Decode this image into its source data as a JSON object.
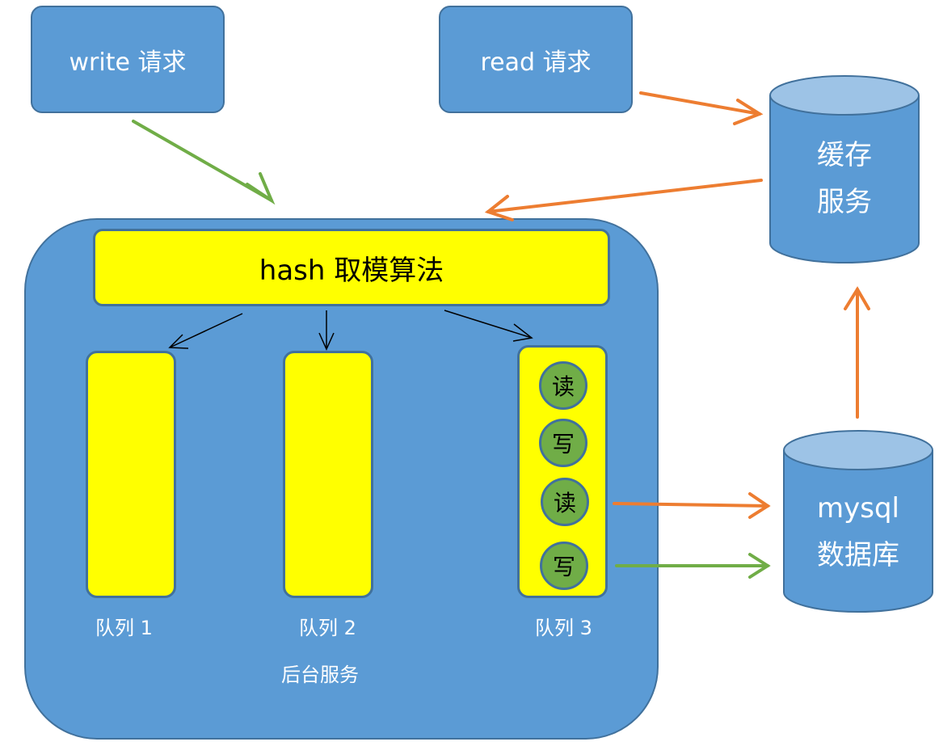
{
  "write_request": "write 请求",
  "read_request": "read 请求",
  "cache_service": {
    "line1": "缓存",
    "line2": "服务"
  },
  "database": {
    "line1": "mysql",
    "line2": "数据库"
  },
  "hash_algorithm": "hash 取模算法",
  "queues": [
    {
      "label": "队列 1"
    },
    {
      "label": "队列 2"
    },
    {
      "label": "队列 3",
      "ops": [
        "读",
        "写",
        "读",
        "写"
      ]
    }
  ],
  "backend_label": "后台服务",
  "colors": {
    "box": "#5b9bd5",
    "border": "#41719c",
    "yellow": "#ffff00",
    "orange": "#ed7d31",
    "green": "#70ad47"
  }
}
